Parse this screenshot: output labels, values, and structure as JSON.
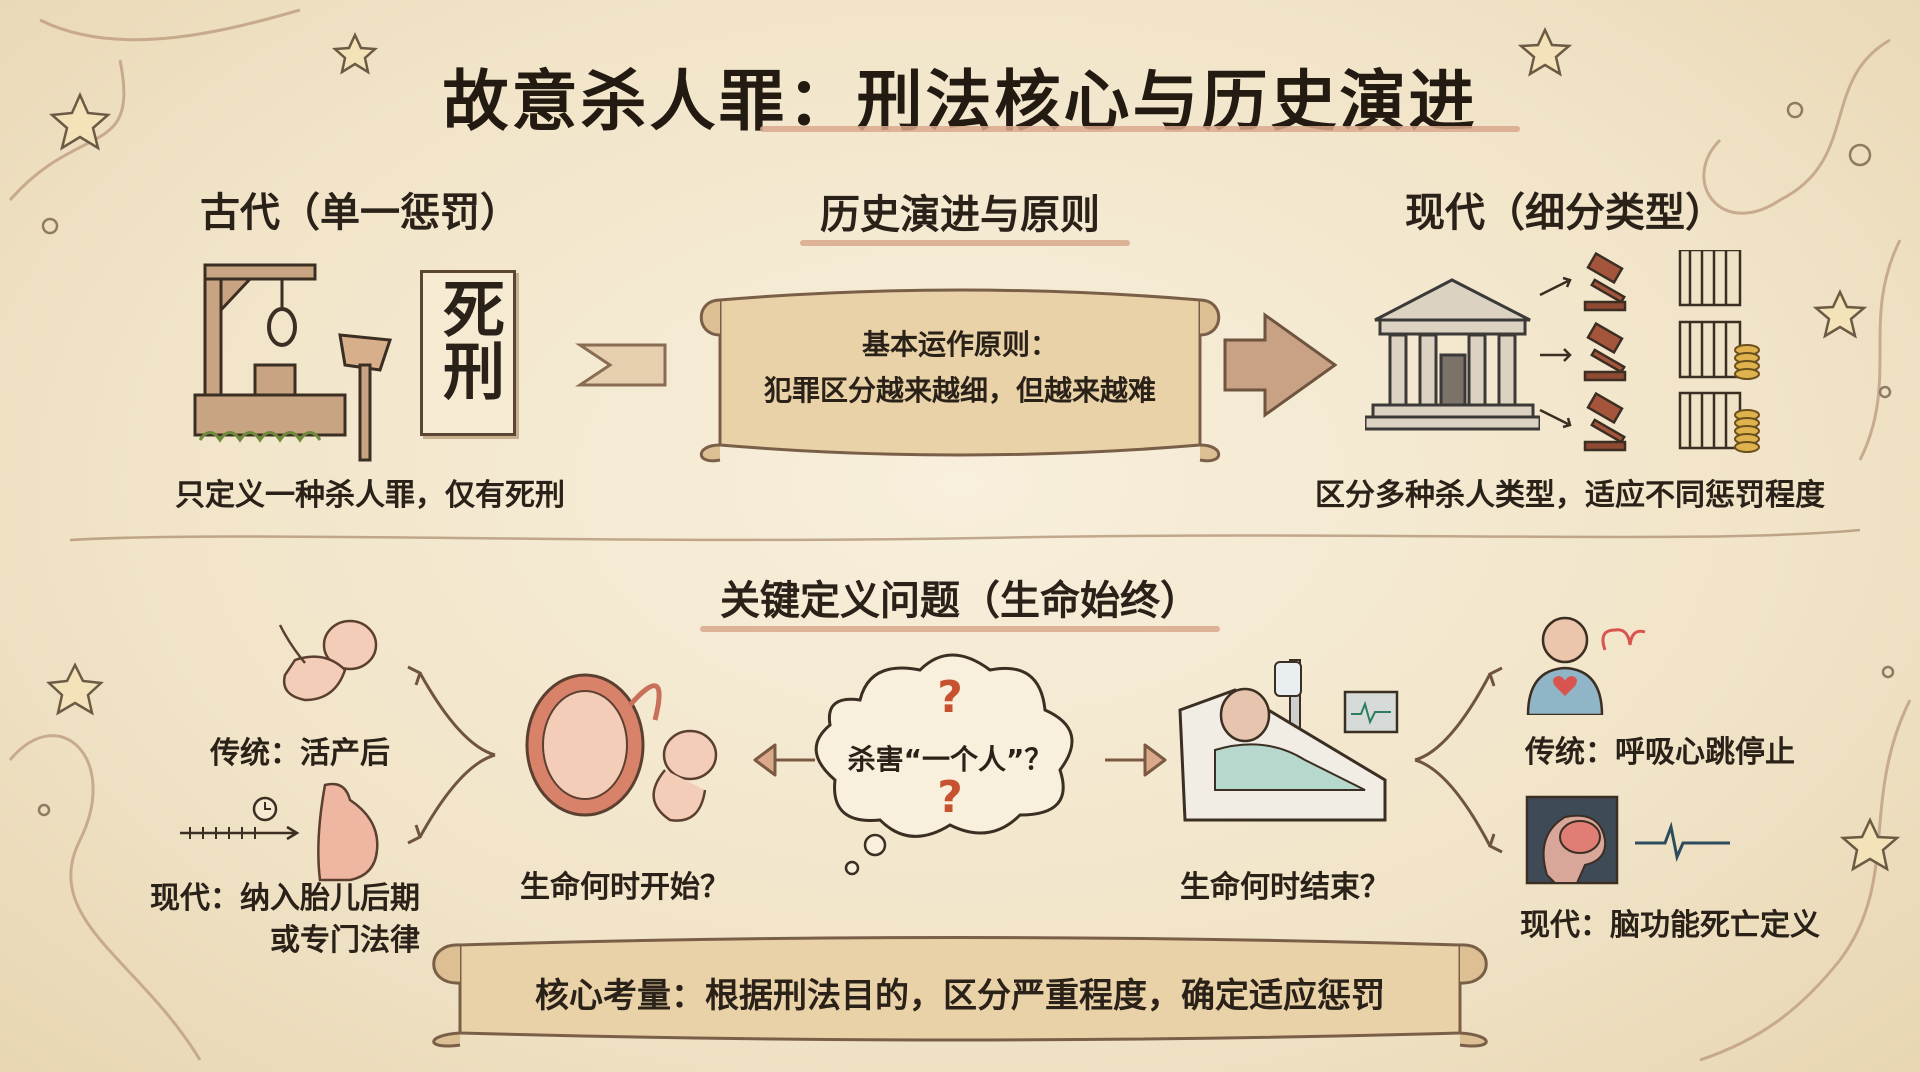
{
  "title": "故意杀人罪：刑法核心与历史演进",
  "ancient": {
    "heading": "古代（单一惩罚）",
    "sign": "死刑",
    "caption": "只定义一种杀人罪，仅有死刑"
  },
  "evolution": {
    "heading": "历史演进与原则",
    "scroll_line1": "基本运作原则：",
    "scroll_line2": "犯罪区分越来越细，但越来越难"
  },
  "modern": {
    "heading": "现代（细分类型）",
    "caption": "区分多种杀人类型，适应不同惩罚程度"
  },
  "key": {
    "heading": "关键定义问题（生命始终）",
    "thought": "杀害“一个人”？",
    "start_question": "生命何时开始？",
    "end_question": "生命何时结束？",
    "start_traditional": "传统：活产后",
    "start_modern_line1": "现代：纳入胎儿后期",
    "start_modern_line2": "或专门法律",
    "end_traditional": "传统：呼吸心跳停止",
    "end_modern": "现代：脑功能死亡定义"
  },
  "bottom_scroll": "核心考量：根据刑法目的，区分严重程度，确定适应惩罚",
  "icons": [
    "gallows-icon",
    "pillory-icon",
    "courthouse-icon",
    "gavel-icon",
    "prison-bars-icon",
    "coins-icon",
    "baby-icon",
    "womb-fetus-icon",
    "pregnant-woman-icon",
    "clock-icon",
    "patient-bed-icon",
    "heart-icon",
    "heartbeat-icon",
    "brain-icon",
    "question-mark-icon",
    "star-icon"
  ],
  "colors": {
    "background": "#f3e7cd",
    "ink": "#2a2118",
    "accent_underline": "#d9a88c",
    "scroll": "#ead2a8",
    "arrow": "#b9896a",
    "heart": "#d9534f"
  }
}
